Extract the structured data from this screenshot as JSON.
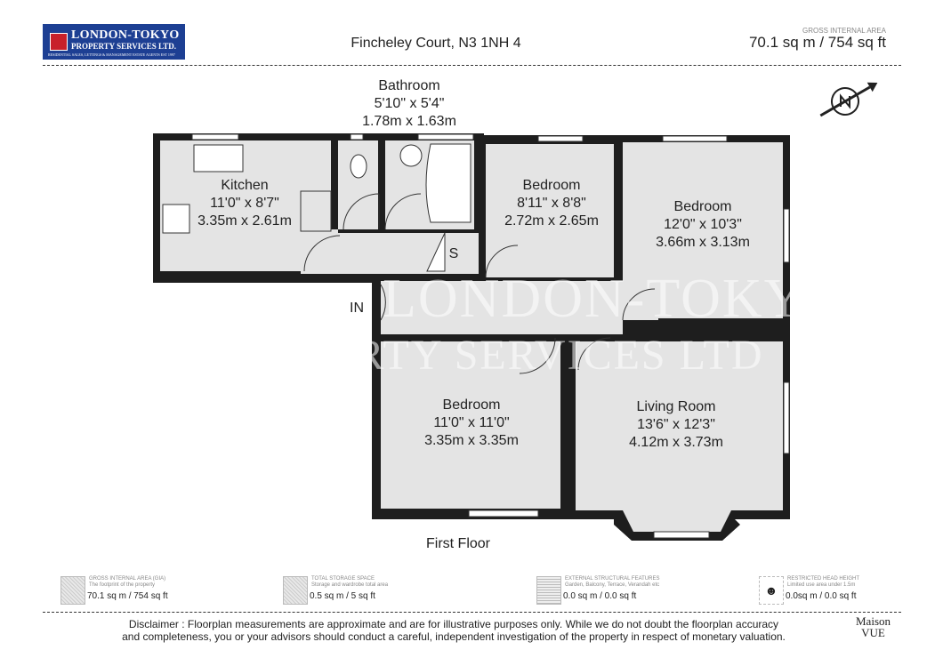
{
  "logo": {
    "line1": "LONDON-TOKYO",
    "line2": "PROPERTY SERVICES LTD.",
    "line3": "RESIDENTIAL SALES, LETTINGS & MANAGEMENT ESTATE AGENTS EST 1997"
  },
  "header": {
    "title": "Fincheley Court, N3 1NH 4",
    "gia_label": "GROSS INTERNAL AREA",
    "gia_value": "70.1 sq m / 754 sq ft"
  },
  "rooms": [
    {
      "name": "Bathroom",
      "imperial": "5'10\" x 5'4\"",
      "metric": "1.78m x 1.63m"
    },
    {
      "name": "Kitchen",
      "imperial": "11'0\" x 8'7\"",
      "metric": "3.35m x 2.61m"
    },
    {
      "name": "Bedroom",
      "imperial": "8'11\" x 8'8\"",
      "metric": "2.72m x 2.65m"
    },
    {
      "name": "Bedroom",
      "imperial": "12'0\" x 10'3\"",
      "metric": "3.66m x 3.13m"
    },
    {
      "name": "Bedroom",
      "imperial": "11'0\" x 11'0\"",
      "metric": "3.35m x 3.35m"
    },
    {
      "name": "Living Room",
      "imperial": "13'6\" x 12'3\"",
      "metric": "4.12m x 3.73m"
    }
  ],
  "storage_label": "S",
  "entrance_label": "IN",
  "floor_label": "First Floor",
  "watermark": {
    "line1": "LONDON-TOKYO",
    "line2": "PROPERTY SERVICES LTD"
  },
  "legend": [
    {
      "title": "GROSS INTERNAL AREA (GIA)",
      "sub": "The footprint of the property",
      "value": "70.1 sq m / 754 sq ft"
    },
    {
      "title": "TOTAL STORAGE SPACE",
      "sub": "Storage and wardrobe total area",
      "value": "0.5 sq m / 5 sq ft"
    },
    {
      "title": "EXTERNAL STRUCTURAL FEATURES",
      "sub": "Garden, Balcony, Terrace, Verandah etc",
      "value": "0.0 sq m / 0.0 sq ft"
    },
    {
      "title": "RESTRICTED HEAD HEIGHT",
      "sub": "Limited use area under 1.5m",
      "value": "0.0sq m / 0.0 sq ft"
    }
  ],
  "disclaimer": {
    "line1": "Disclaimer : Floorplan measurements are approximate and are for illustrative purposes only. While we do not doubt the floorplan accuracy",
    "line2": "and completeness, you or your advisors should conduct a careful, independent investigation of the property in respect of monetary valuation."
  },
  "brand": {
    "line1": "Maison",
    "line2": "VUE"
  },
  "colors": {
    "wall": "#1e1e1e",
    "floor": "#e4e4e4",
    "logo_bg": "#1d3f93"
  }
}
